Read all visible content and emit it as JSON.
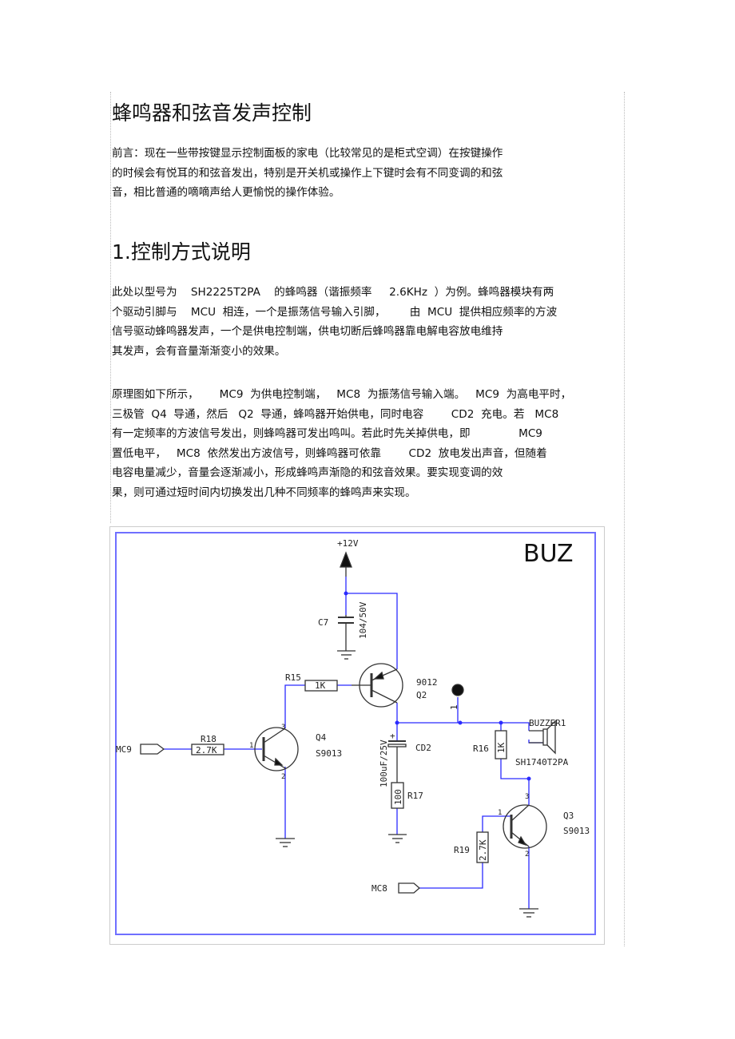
{
  "title": "蜂鸣器和弦音发声控制",
  "intro": {
    "lines": [
      "前言：现在一些带按键显示控制面板的家电（比较常见的是柜式空调）在按键操作",
      "的时候会有悦耳的和弦音发出，特别是开关机或操作上下键时会有不同变调的和弦",
      "音，相比普通的嘀嘀声给人更愉悦的操作体验。"
    ]
  },
  "section1": {
    "heading": "1.控制方式说明",
    "para1": [
      "此处以型号为    SH2225T2PA    的蜂鸣器（谐振频率     2.6KHz  ）为例。蜂鸣器模块有两",
      "个驱动引脚与    MCU  相连，一个是振荡信号输入引脚，       由  MCU  提供相应频率的方波",
      "信号驱动蜂鸣器发声，一个是供电控制端，供电切断后蜂鸣器靠电解电容放电维持",
      "其发声，会有音量渐渐变小的效果。"
    ],
    "para2": [
      "原理图如下所示，      MC9  为供电控制端，   MC8  为振荡信号输入端。   MC9  为高电平时，",
      "三极管  Q4  导通，然后   Q2  导通，蜂鸣器开始供电，同时电容        CD2  充电。若   MC8",
      "有一定频率的方波信号发出，则蜂鸣器可发出鸣叫。若此时先关掉供电，即              MC9",
      "置低电平，   MC8  依然发出方波信号，则蜂鸣器可依靠        CD2  放电发出声音，但随着",
      "电容电量减少，音量会逐渐减小，形成蜂鸣声渐隐的和弦音效果。要实现变调的效",
      "果，则可通过短时间内切换发出几种不同频率的蜂鸣声来实现。"
    ]
  },
  "schematic": {
    "block_name": "BUZ",
    "wire_color": "#2b2bff",
    "frame_color": "#6f6fff",
    "supply": "+12V",
    "c7": {
      "ref": "C7",
      "value": "104/50V"
    },
    "q2": {
      "ref": "Q2",
      "part": "9012"
    },
    "r15": {
      "ref": "R15",
      "value": "1K"
    },
    "q4": {
      "ref": "Q4",
      "part": "S9013"
    },
    "r18": {
      "ref": "R18",
      "value": "2.7K"
    },
    "mc9": "MC9",
    "cd2": {
      "ref": "CD2",
      "value": "100uF/25V",
      "polarity": "+"
    },
    "r17": {
      "ref": "R17",
      "value": "100"
    },
    "test_point_pin": "1",
    "r16": {
      "ref": "R16",
      "value": "1K"
    },
    "buzzer": {
      "ref": "BUZZER1",
      "part": "SH1740T2PA"
    },
    "q3": {
      "ref": "Q3",
      "part": "S9013"
    },
    "r19": {
      "ref": "R19",
      "value": "2.7K"
    },
    "mc8": "MC8",
    "pins": {
      "base": "1",
      "emitter": "2",
      "collector": "3"
    }
  }
}
